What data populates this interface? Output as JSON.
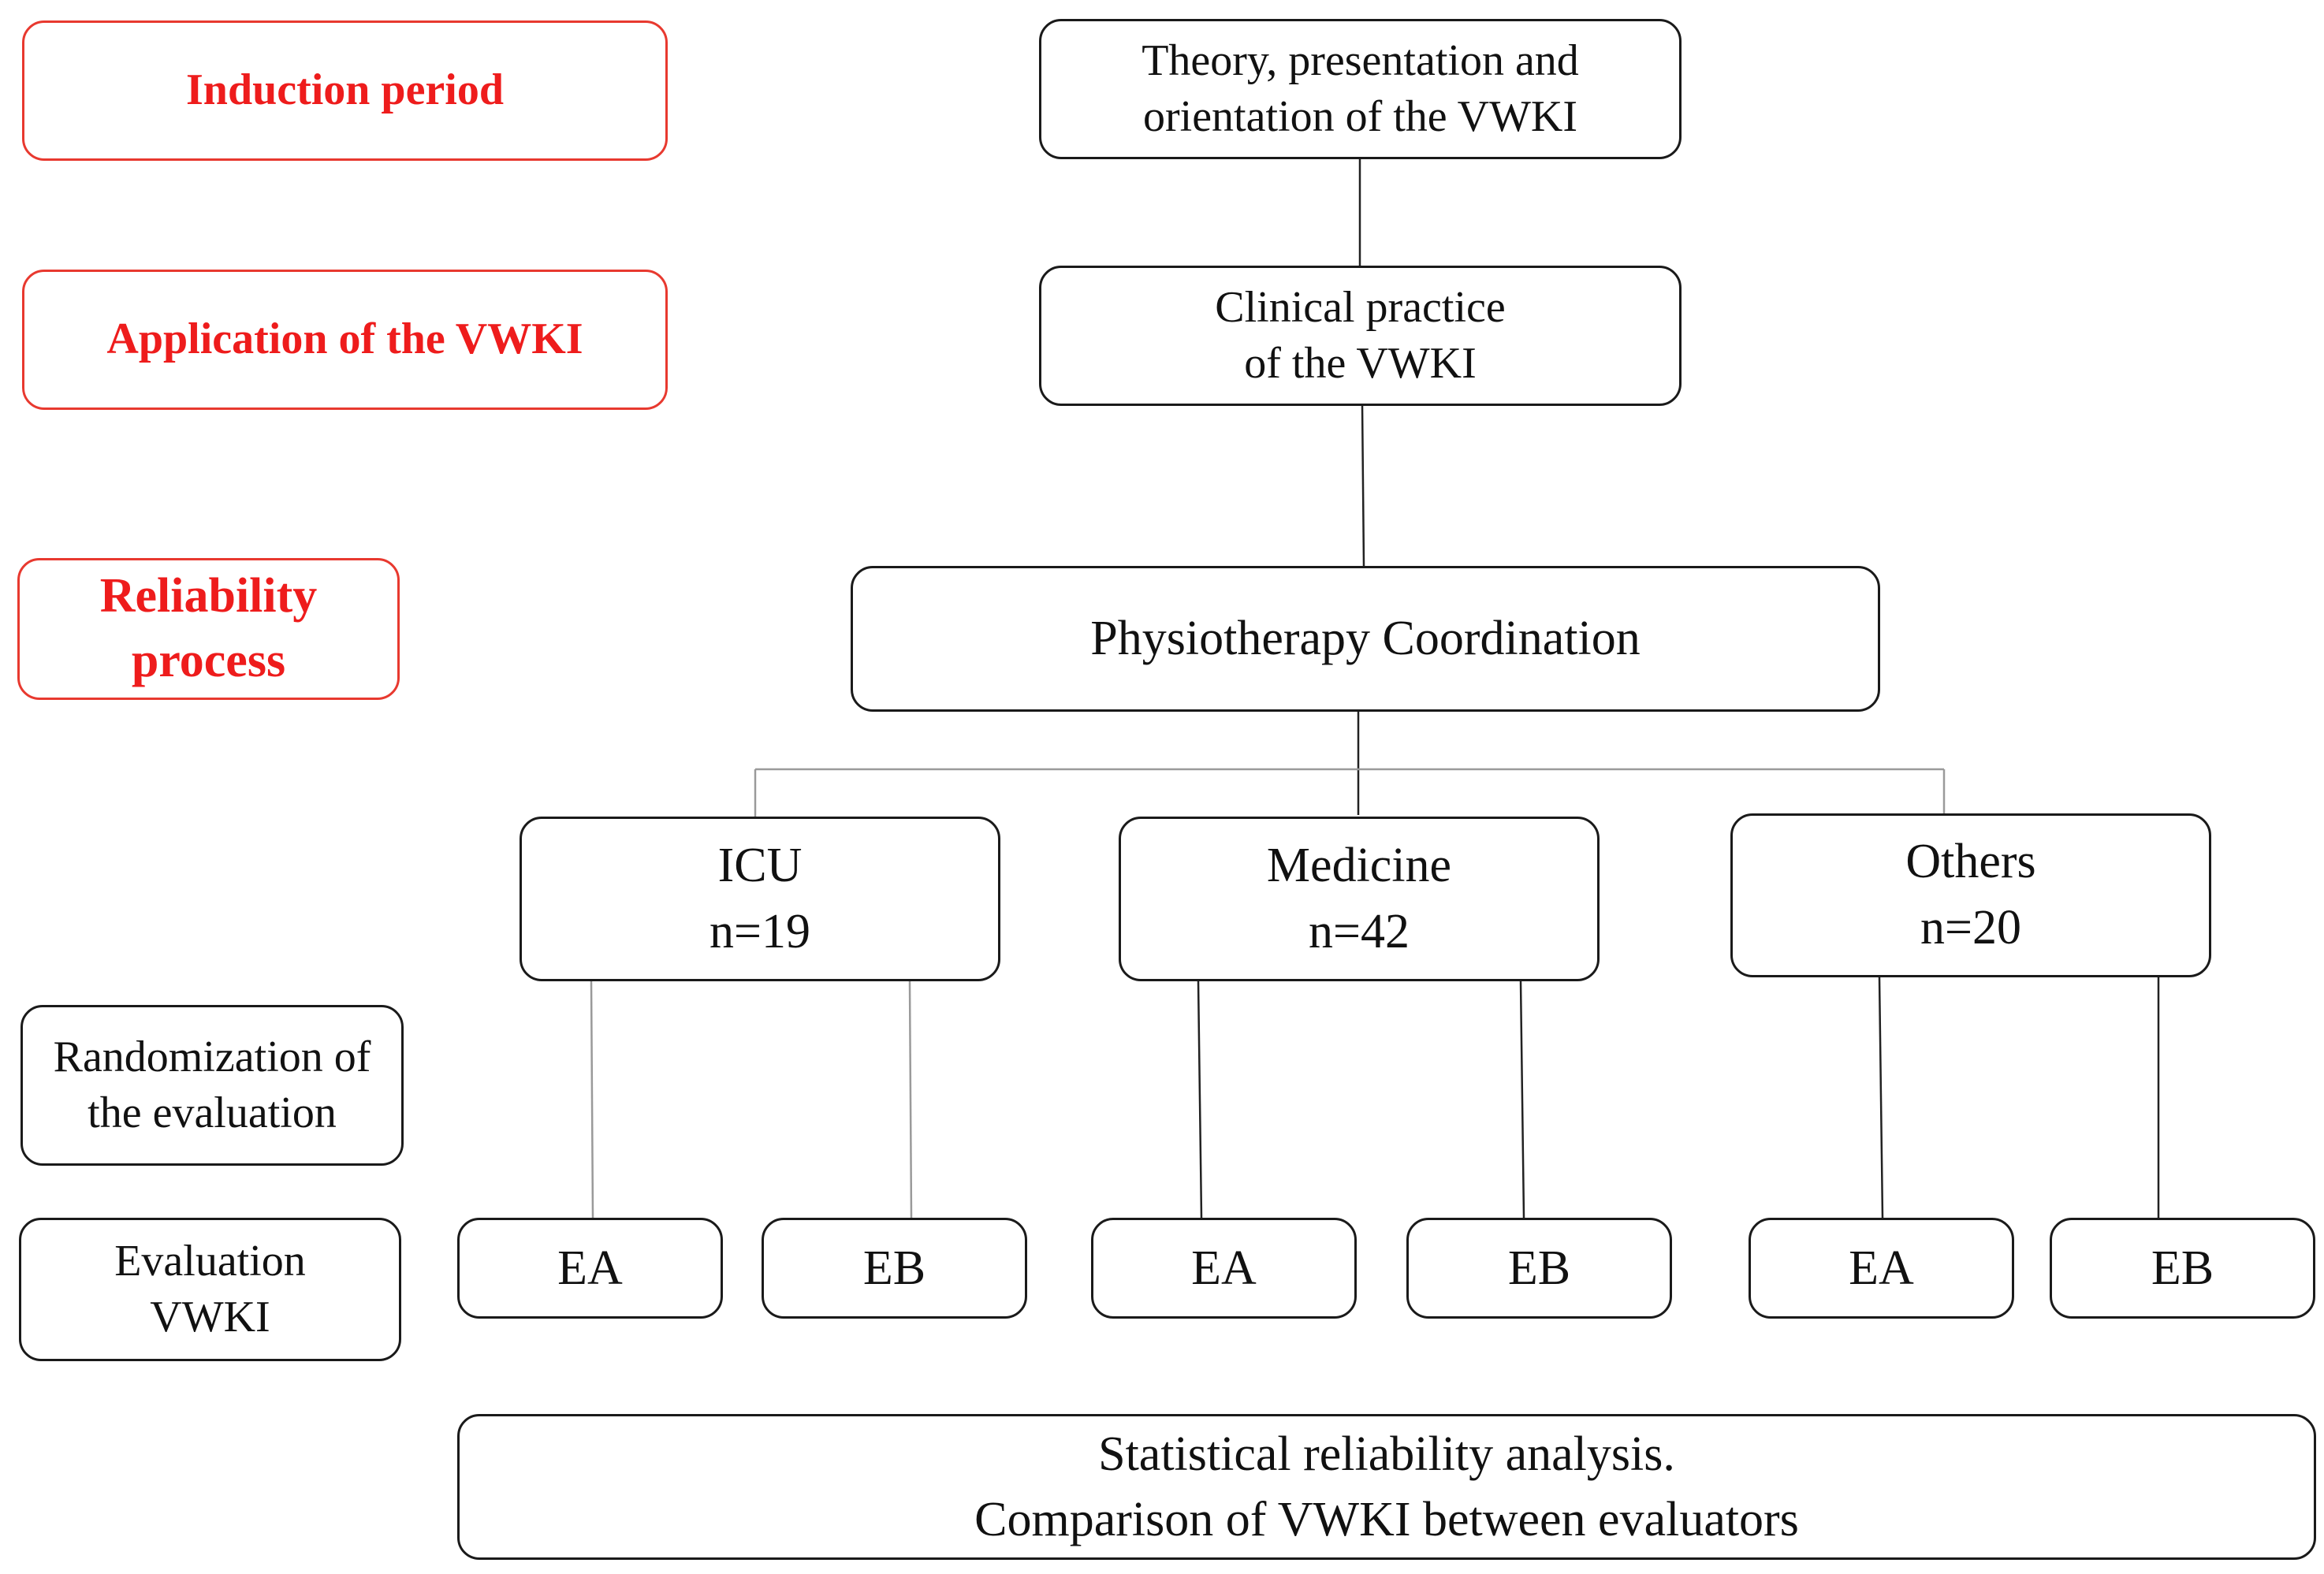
{
  "colors": {
    "label_border": "#e8392f",
    "label_text": "#ee1c1c",
    "box_border": "#1a1a1a",
    "connector": "#222222"
  },
  "stages": {
    "induction": "Induction period",
    "application": "Application of the VWKI",
    "reliability": [
      "Reliability",
      "process"
    ],
    "randomization": [
      "Randomization of",
      "the evaluation"
    ],
    "evaluation": [
      "Evaluation",
      "VWKI"
    ]
  },
  "flow": {
    "theory": [
      "Theory, presentation and",
      "orientation of the VWKI"
    ],
    "clinical": [
      "Clinical practice",
      "of the VWKI"
    ],
    "coordination": "Physiotherapy Coordination",
    "groups": [
      {
        "name": "ICU",
        "n": "n=19"
      },
      {
        "name": "Medicine",
        "n": "n=42"
      },
      {
        "name": "Others",
        "n": "n=20"
      }
    ],
    "evaluators": [
      "EA",
      "EB",
      "EA",
      "EB",
      "EA",
      "EB"
    ],
    "final": [
      "Statistical reliability analysis.",
      "Comparison of VWKI between evaluators"
    ]
  }
}
